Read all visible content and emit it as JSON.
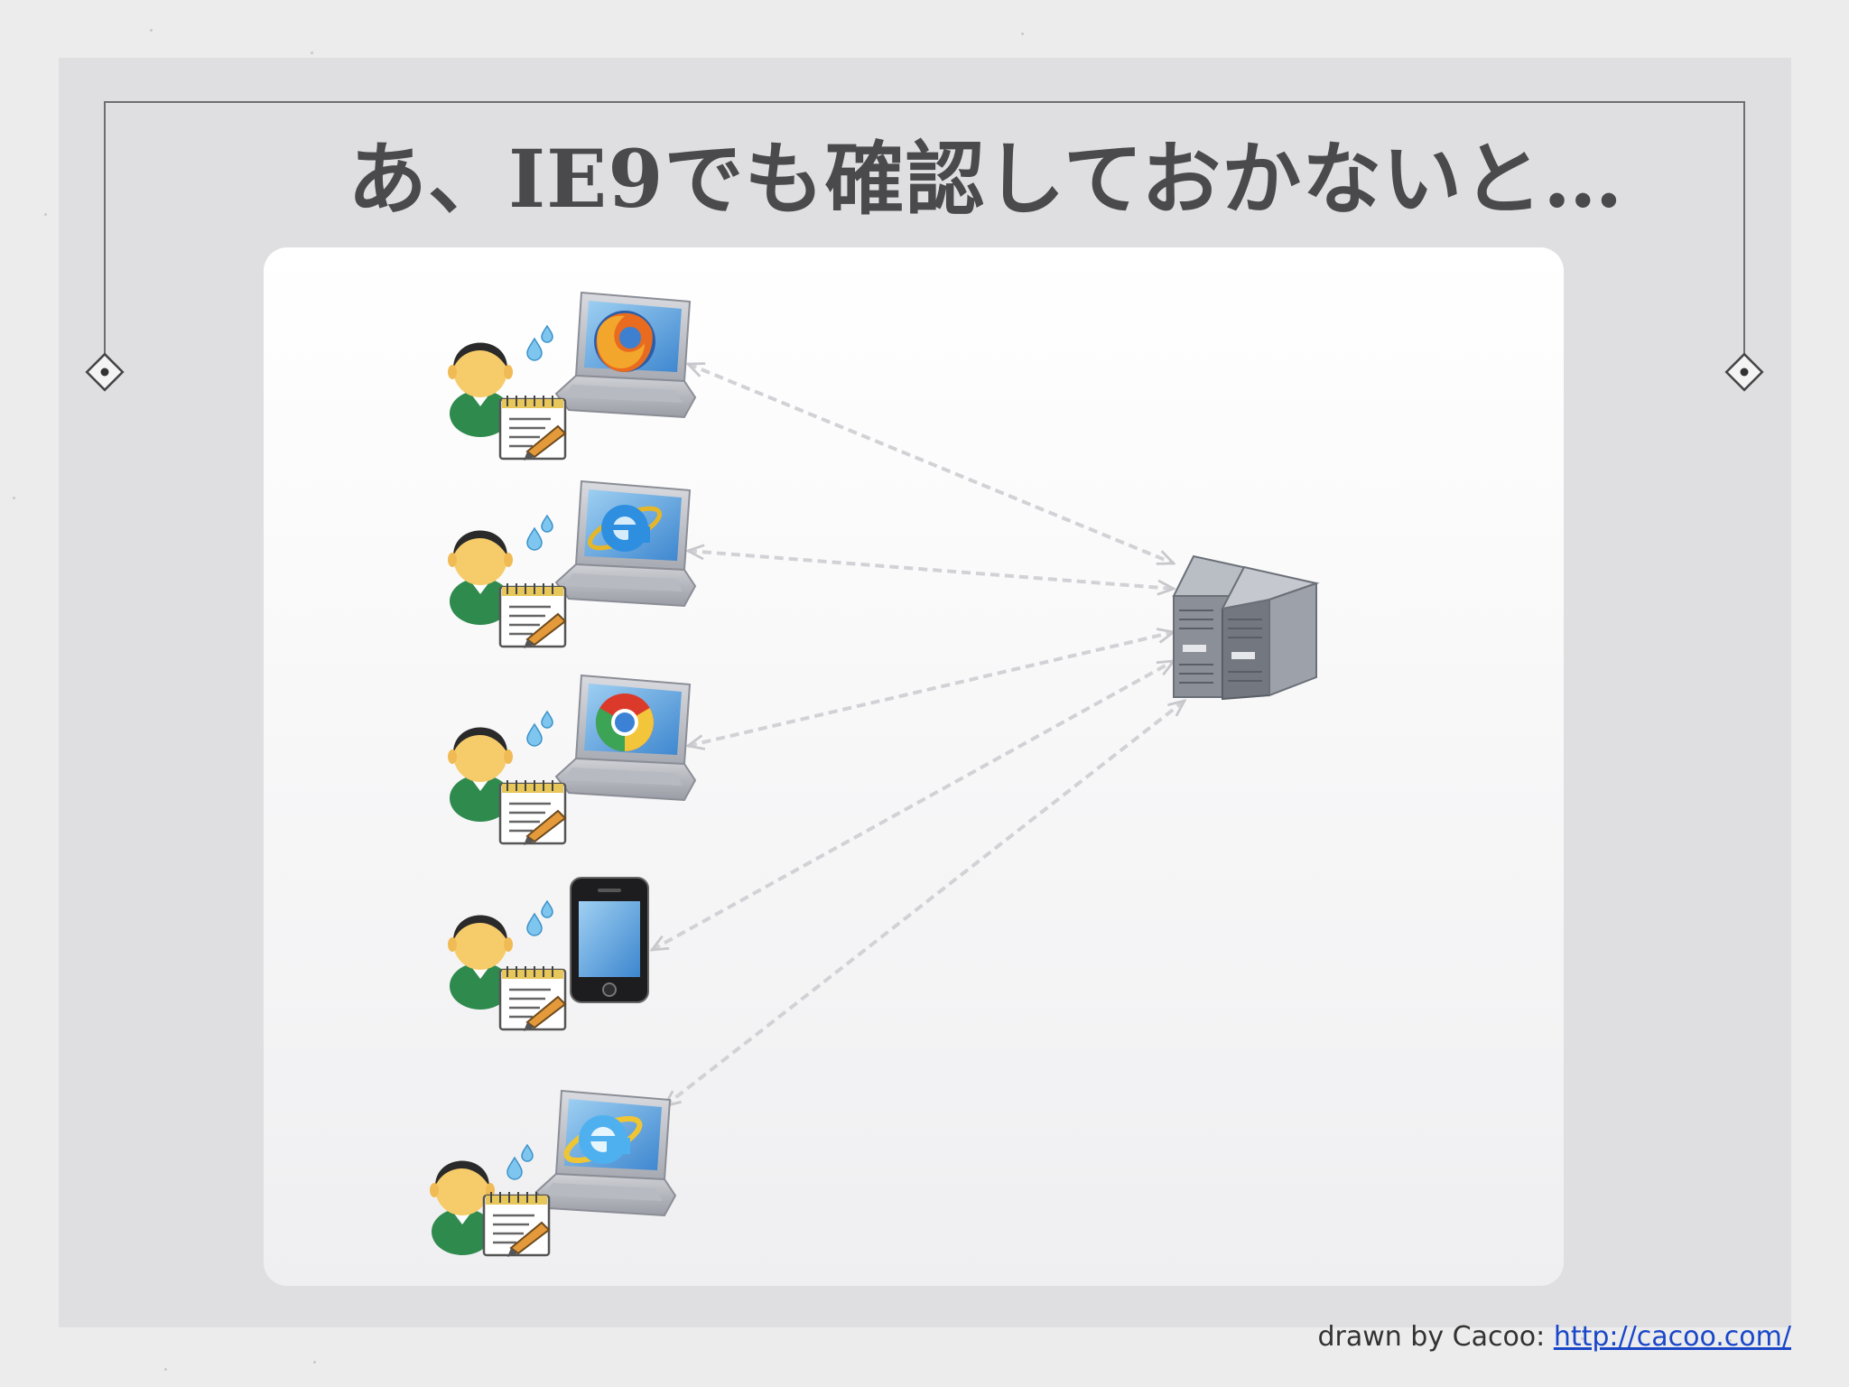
{
  "slide": {
    "title": "あ、IE9でも確認しておかないと…"
  },
  "credit": {
    "prefix": "drawn by Cacoo:",
    "link_text": "http://cacoo.com/"
  },
  "colors": {
    "background": "#ececed",
    "panel": "#dfdfe2",
    "title": "#4a4a4c",
    "arrow": "#d2d2d6",
    "link": "#1a47c8",
    "person_shirt": "#2f8a4e",
    "person_skin": "#f6cc6a"
  },
  "diagram": {
    "server_icon": "server-icon",
    "clients": [
      {
        "device": "laptop",
        "browser": "firefox-icon"
      },
      {
        "device": "laptop",
        "browser": "internet-explorer-icon"
      },
      {
        "device": "laptop",
        "browser": "chrome-icon"
      },
      {
        "device": "smartphone",
        "browser": "smartphone-icon"
      },
      {
        "device": "laptop",
        "browser": "internet-explorer-9-icon"
      }
    ]
  }
}
